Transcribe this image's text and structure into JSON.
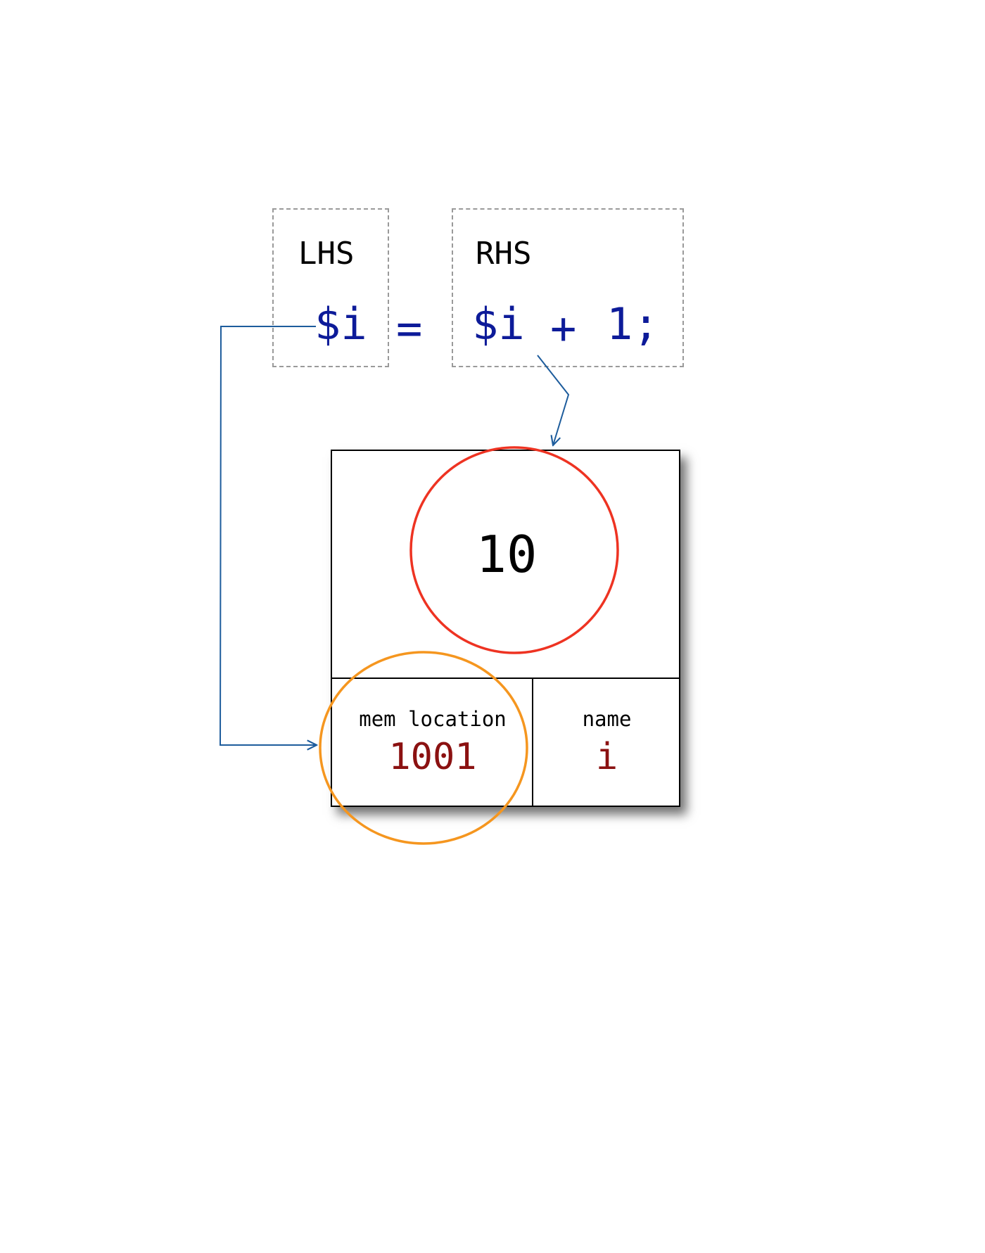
{
  "lhs": {
    "header": "LHS",
    "code": "$i"
  },
  "equals": "=",
  "rhs": {
    "header": "RHS",
    "var": "$i",
    "op": "+",
    "literal": "1;"
  },
  "memory": {
    "value": "10",
    "location_label": "mem location",
    "location_value": "1001",
    "name_label": "name",
    "name_value": "i"
  },
  "colors": {
    "code_blue": "#0d1b99",
    "arrow_blue": "#1d5c9c",
    "value_circle": "#ee3322",
    "location_circle": "#f5961f",
    "dark_red": "#8b1111",
    "dash_gray": "#9a9a9a"
  }
}
